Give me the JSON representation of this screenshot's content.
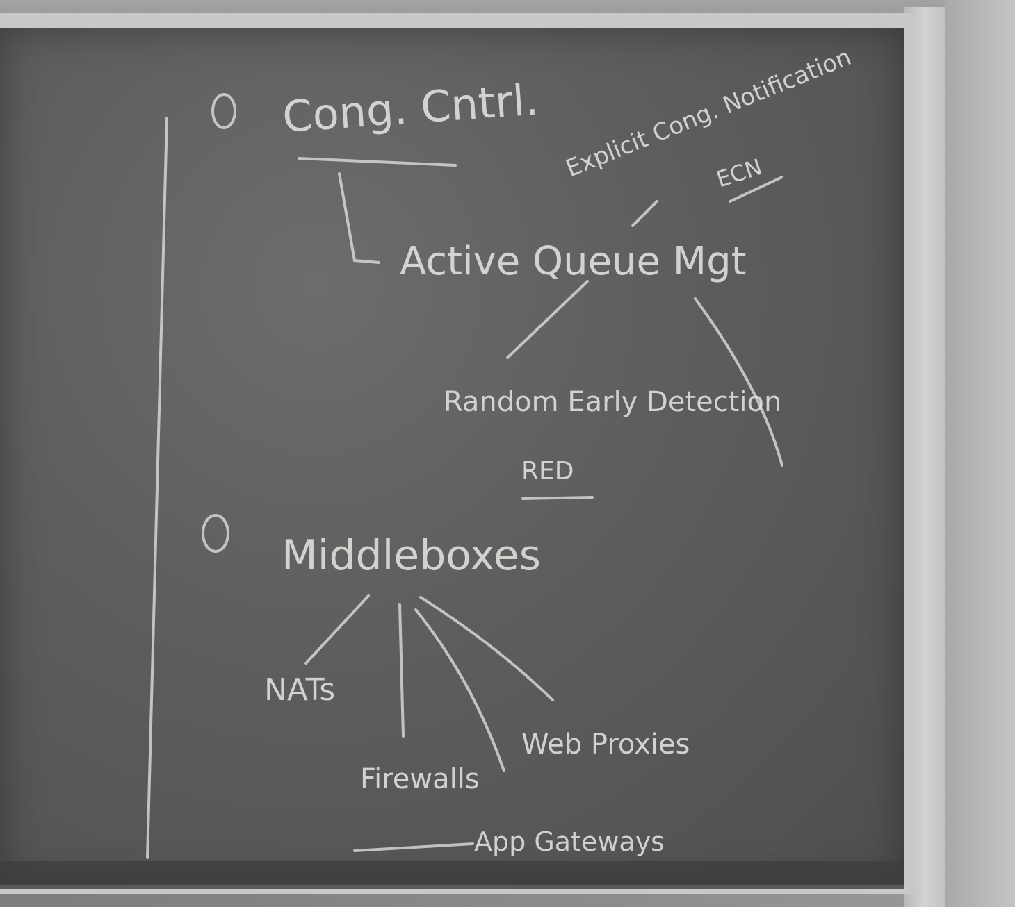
{
  "chalkboard": {
    "topic1": {
      "title": "Cong. Cntrl.",
      "subtopic": "Active Queue Mgt",
      "ecn_note": "Explicit Cong. Notification",
      "ecn_abbr": "ECN",
      "red_full": "Random Early Detection",
      "red_abbr": "RED"
    },
    "topic2": {
      "title": "Middleboxes",
      "items": [
        "NATs",
        "Firewalls",
        "Web Proxies",
        "App Gateways"
      ]
    }
  }
}
